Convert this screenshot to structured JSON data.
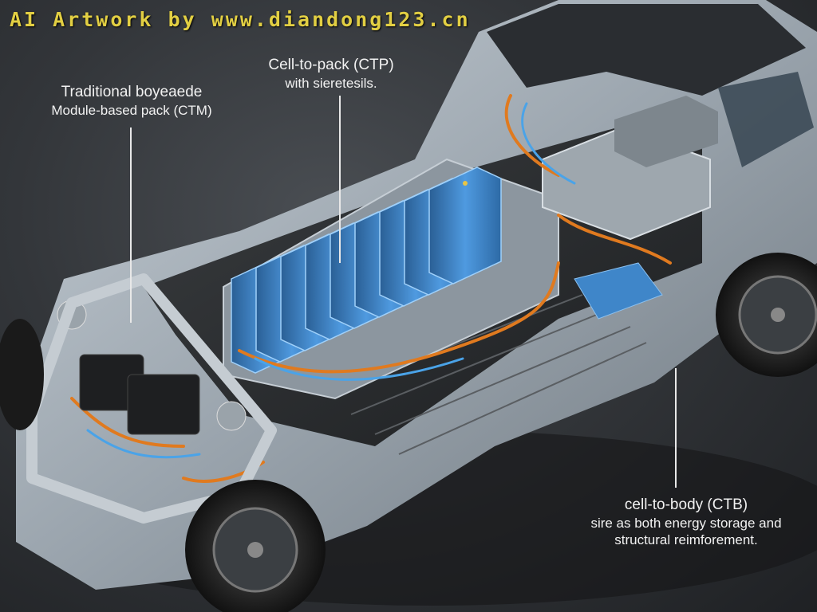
{
  "watermark": "AI Artwork by www.diandong123.cn",
  "callouts": {
    "ctm": {
      "line1": "Traditional boyeaede",
      "line2": "Module-based pack (CTM)"
    },
    "ctp": {
      "line1": "Cell-to-pack (CTP)",
      "line2": "with sieretesils."
    },
    "ctb": {
      "line1": "cell-to-body (CTB)",
      "line2": "sire as both energy storage and",
      "line3": "structural reimforement."
    }
  },
  "colors": {
    "background": "#2c2f33",
    "car_body": "#a9b2ba",
    "battery_cell": "#3f86c9",
    "cable": "#e07a1f",
    "watermark": "#e2cf43"
  },
  "battery": {
    "cell_count": 9
  }
}
